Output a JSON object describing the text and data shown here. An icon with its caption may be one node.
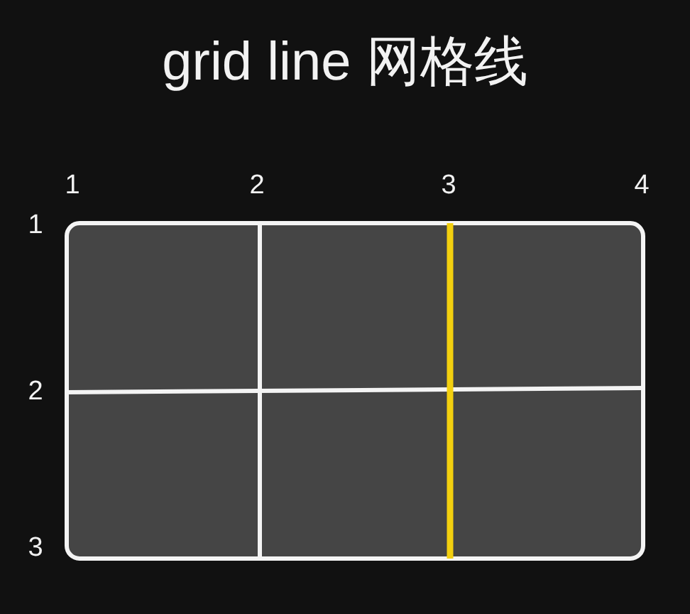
{
  "diagram": {
    "title": "grid line 网格线",
    "labels": [
      "1",
      "2",
      "3",
      "4",
      "1",
      "2",
      "3"
    ]
  }
}
